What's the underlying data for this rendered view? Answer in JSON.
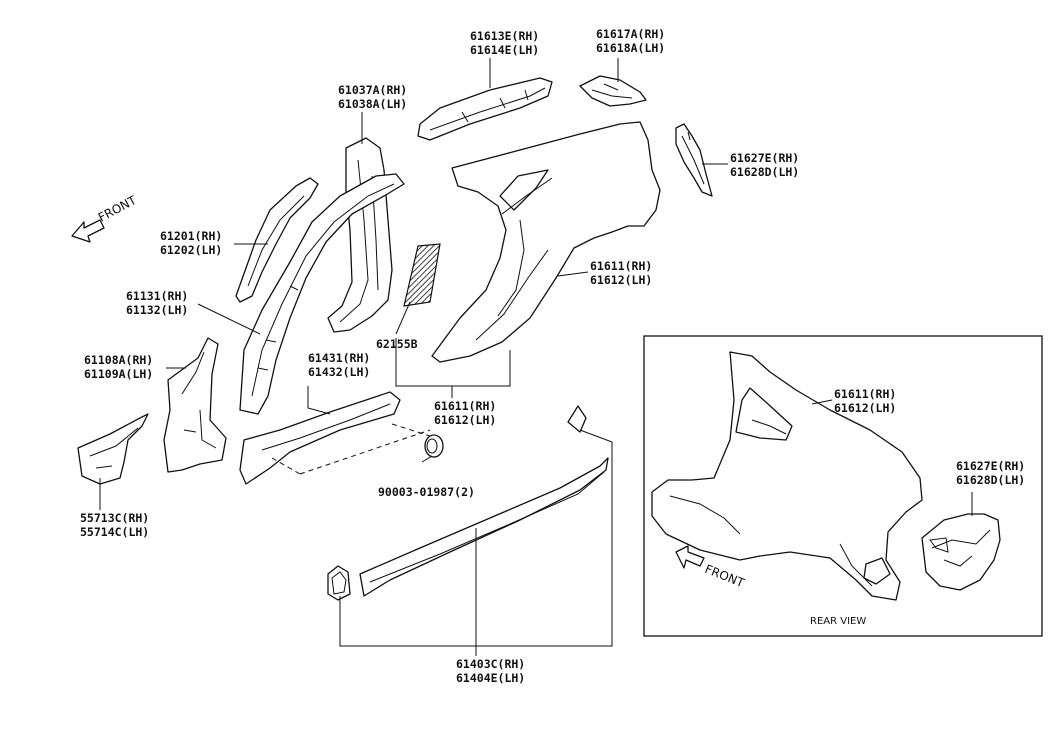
{
  "diagram": {
    "front_label": "FRONT",
    "inset_caption": "REAR VIEW",
    "parts": {
      "p61613": {
        "rh": "61613E(RH)",
        "lh": "61614E(LH)"
      },
      "p61617": {
        "rh": "61617A(RH)",
        "lh": "61618A(LH)"
      },
      "p61037": {
        "rh": "61037A(RH)",
        "lh": "61038A(LH)"
      },
      "p61627": {
        "rh": "61627E(RH)",
        "lh": "61628D(LH)"
      },
      "p61201": {
        "rh": "61201(RH)",
        "lh": "61202(LH)"
      },
      "p61611_side": {
        "rh": "61611(RH)",
        "lh": "61612(LH)"
      },
      "p61131": {
        "rh": "61131(RH)",
        "lh": "61132(LH)"
      },
      "p62155": {
        "code": "62155B"
      },
      "p61108": {
        "rh": "61108A(RH)",
        "lh": "61109A(LH)"
      },
      "p61431": {
        "rh": "61431(RH)",
        "lh": "61432(LH)"
      },
      "p61611_bottom": {
        "rh": "61611(RH)",
        "lh": "61612(LH)"
      },
      "p61611_inset": {
        "rh": "61611(RH)",
        "lh": "61612(LH)"
      },
      "p61627_inset": {
        "rh": "61627E(RH)",
        "lh": "61628D(LH)"
      },
      "p90003": {
        "code": "90003-01987(2)"
      },
      "p55713": {
        "rh": "55713C(RH)",
        "lh": "55714C(LH)"
      },
      "p61403": {
        "rh": "61403C(RH)",
        "lh": "61404E(LH)"
      }
    }
  }
}
